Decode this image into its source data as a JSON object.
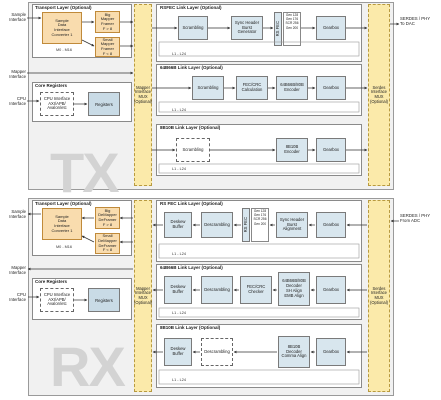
{
  "tx": {
    "mode": "TX",
    "transport": {
      "title": "Transport Layer (Optional)",
      "sample_block": "Sample\nData\nInterface\nConverter 1",
      "big_block": "Big\nMapper\nFramer\nF > 8",
      "small_block": "Small\nMapper\nFramer\nF < 8",
      "lane_label": "M0 - M16"
    },
    "core_registers": {
      "title": "Core Registers",
      "cpu_block": "CPU Interface\nAXI/APB/\nAvalon/etc",
      "registers": "Registers"
    },
    "mapper_mux": "Mapper\nInterface\nMUX\n(Optional)",
    "serdes_mux": "Serdes\nInterface\nMUX\n(Optional)",
    "rsfec": {
      "title": "RSFEC Link Layer (Optional)",
      "scrambling": "Scrambling",
      "sync": "Sync Header\nBurst\nGenerator",
      "rsfec_vertical": "RS FEC",
      "table": [
        "Gen 128",
        "Gen 176",
        "SCR 256",
        "Gen 200"
      ],
      "gearbox": "Gearbox",
      "lane": "L1 - L24"
    },
    "l6466": {
      "title": "64B66B Link Layer (Optional)",
      "scrambling": "Scrambling",
      "fec": "FEC/CRC\nCalculation",
      "encoder": "64B66B/80B\nEncoder",
      "gearbox": "Gearbox",
      "lane": "L1 - L24"
    },
    "l8b10b": {
      "title": "8B10B Link Layer (Optional)",
      "scrambling": "Scrambling",
      "encoder": "8B10B\nEncoder",
      "gearbox": "Gearbox",
      "lane": "L1 - L24"
    },
    "sample_interface": "Sample\nInterface",
    "mapper_interface": "Mapper\nInterface",
    "cpu_interface": "CPU\nInterface",
    "serdes_phy": "SERDES / PHY\nTo DAC"
  },
  "rx": {
    "mode": "RX",
    "transport": {
      "title": "Transport Layer (Optional)",
      "sample_block": "Sample\nData\nInterface\nConverter 1",
      "big_block": "Big\nDeMapper\nDeFramer\nF > 8",
      "small_block": "Small\nDeMapper\nDeFramer\nF < 8",
      "lane_label": "M0 - M16"
    },
    "core_registers": {
      "title": "Core Registers",
      "cpu_block": "CPU Interface\nAXI/APB/\nAvalon/etc",
      "registers": "Registers"
    },
    "mapper_mux": "Mapper\nInterface\nMUX\n(Optional)",
    "serdes_mux": "Serdes\nInterface\nMUX\n(Optional)",
    "rsfec": {
      "title": "RS FEC Link Layer (Optional)",
      "deskew": "Deskew\nBuffer",
      "descrambling": "Descrambling",
      "rsfec_vertical": "RS FEC",
      "table": [
        "Gen 128",
        "Gen 176",
        "SCR 256",
        "Gen 200"
      ],
      "sync": "Sync Header\nBurst\nAlignment",
      "gearbox": "Gearbox",
      "lane": "L1 - L24"
    },
    "l6466": {
      "title": "64B66B Link Layer (Optional)",
      "deskew": "Deskew\nBuffer",
      "descrambling": "Descrambling",
      "fec": "FEC/CRC\nChecker",
      "decoder": "64B66B/80B\nDecoder\nSH Align\nEMB Align",
      "gearbox": "Gearbox",
      "lane": "L1 - L24"
    },
    "l8b10b": {
      "title": "8B10B Link Layer (Optional)",
      "deskew": "Deskew\nBuffer",
      "descrambling": "Descrambling",
      "decoder": "8B10B\nDecoder\nComma Align",
      "gearbox": "Gearbox",
      "lane": "L1 - L24"
    },
    "sample_interface": "Sample\nInterface",
    "mapper_interface": "Mapper\nInterface",
    "cpu_interface": "CPU\nInterface",
    "serdes_phy": "SERDES / PHY\nFrom ADC"
  },
  "colors": {
    "block_fill": "#d8e6ee",
    "mux_fill": "#fbeaaa",
    "transport_fill": "#f9dcae"
  }
}
